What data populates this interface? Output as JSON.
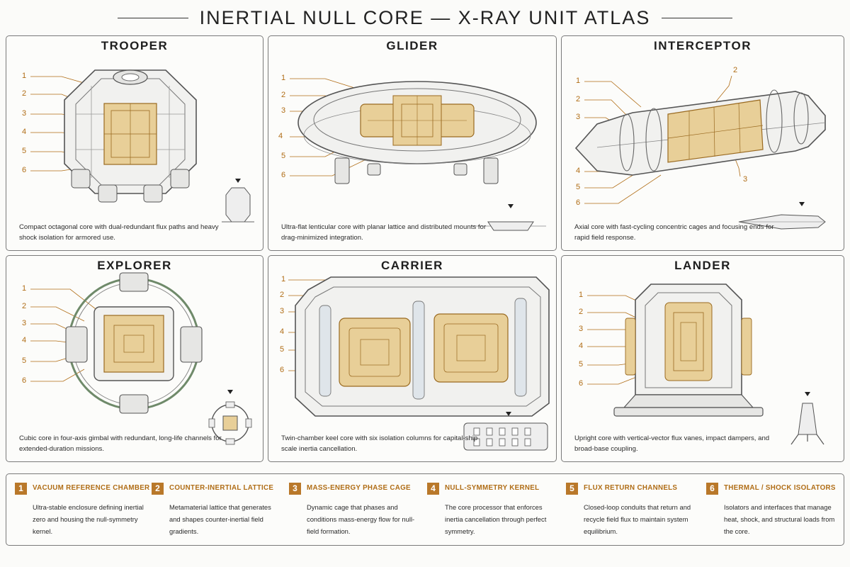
{
  "page": {
    "title": "INERTIAL NULL CORE — X-RAY UNIT ATLAS"
  },
  "colors": {
    "accent": "#b9782a",
    "callout": "#b06d16",
    "core_fill": "#e8cf98",
    "frame": "#7a7a7a"
  },
  "panels": [
    {
      "name": "TROOPER",
      "description": "Compact octagonal core with dual-redundant flux paths and heavy shock isolation for armored use.",
      "callouts": [
        "1",
        "2",
        "3",
        "4",
        "5",
        "6"
      ]
    },
    {
      "name": "GLIDER",
      "description": "Ultra-flat lenticular core with planar lattice and distributed mounts for drag-minimized integration.",
      "callouts": [
        "1",
        "2",
        "3",
        "4",
        "5",
        "6"
      ]
    },
    {
      "name": "INTERCEPTOR",
      "description": "Axial core with fast-cycling concentric cages and focusing ends for rapid field response.",
      "callouts": [
        "1",
        "2",
        "3",
        "2",
        "3",
        "4",
        "5",
        "6"
      ]
    },
    {
      "name": "EXPLORER",
      "description": "Cubic core in four-axis gimbal with redundant, long-life channels for extended-duration missions.",
      "callouts": [
        "1",
        "2",
        "3",
        "4",
        "5",
        "6"
      ]
    },
    {
      "name": "CARRIER",
      "description": "Twin-chamber keel core with six isolation columns for capital-ship scale inertia cancellation.",
      "callouts": [
        "1",
        "2",
        "3",
        "4",
        "5",
        "6"
      ]
    },
    {
      "name": "LANDER",
      "description": "Upright core with vertical-vector flux vanes, impact dampers, and broad-base coupling.",
      "callouts": [
        "1",
        "2",
        "3",
        "4",
        "5",
        "6"
      ]
    }
  ],
  "legend": [
    {
      "number": "1",
      "title": "VACUUM REFERENCE CHAMBER",
      "text": "Ultra-stable enclosure defining inertial zero and housing the null-symmetry kernel."
    },
    {
      "number": "2",
      "title": "COUNTER-INERTIAL LATTICE",
      "text": "Metamaterial lattice that generates and shapes counter-inertial field gradients."
    },
    {
      "number": "3",
      "title": "MASS-ENERGY PHASE CAGE",
      "text": "Dynamic cage that phases and conditions mass-energy flow for null-field formation."
    },
    {
      "number": "4",
      "title": "NULL-SYMMETRY KERNEL",
      "text": "The core processor that enforces inertia cancellation through perfect symmetry."
    },
    {
      "number": "5",
      "title": "FLUX RETURN CHANNELS",
      "text": "Closed-loop conduits that return and recycle field flux to maintain system equilibrium."
    },
    {
      "number": "6",
      "title": "THERMAL / SHOCK ISOLATORS",
      "text": "Isolators and interfaces that manage heat, shock, and structural loads from the core."
    }
  ]
}
